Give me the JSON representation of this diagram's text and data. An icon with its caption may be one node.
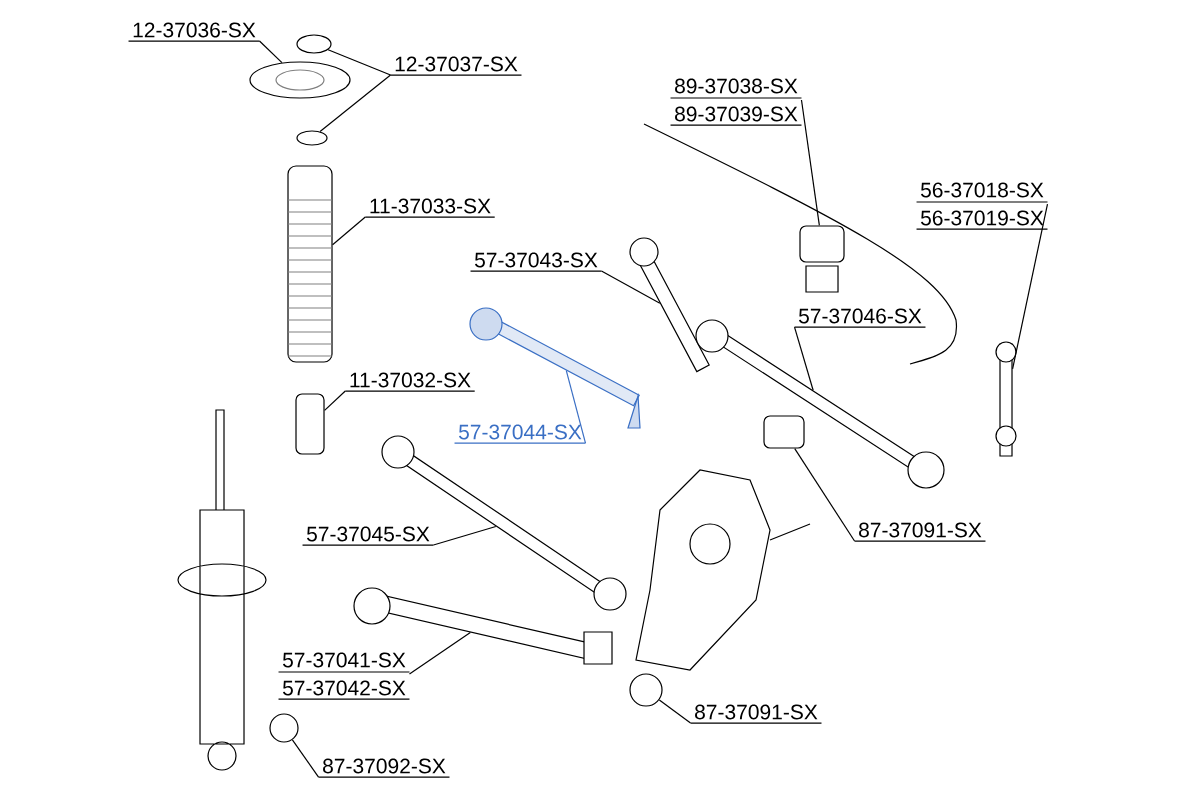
{
  "diagram": {
    "nodes": [
      {
        "text": [
          "12-37036-SX"
        ]
      },
      {
        "text": [
          "12-37037-SX"
        ]
      },
      {
        "text": [
          "11-37033-SX"
        ]
      },
      {
        "text": [
          "11-37032-SX"
        ]
      },
      {
        "text": [
          "57-37043-SX"
        ]
      },
      {
        "text": [
          "57-37044-SX"
        ]
      },
      {
        "text": [
          "89-37038-SX",
          "89-37039-SX"
        ]
      },
      {
        "text": [
          "56-37018-SX",
          "56-37019-SX"
        ]
      },
      {
        "text": [
          "57-37046-SX"
        ]
      },
      {
        "text": [
          "57-37045-SX"
        ]
      },
      {
        "text": [
          "57-37041-SX",
          "57-37042-SX"
        ]
      },
      {
        "text": [
          "87-37092-SX"
        ]
      },
      {
        "text": [
          "87-37091-SX"
        ]
      },
      {
        "text": [
          "87-37091-SX"
        ]
      },
      {
        "text": [],
        "shape": "picture"
      },
      {
        "text": [],
        "shape": "circle"
      },
      {
        "text": [],
        "shape": "circle"
      },
      {
        "text": [],
        "shape": "picture"
      },
      {
        "text": [],
        "shape": "box"
      },
      {
        "text": [],
        "shape": "bar"
      },
      {
        "text": [],
        "shape": "bar"
      },
      {
        "text": [],
        "shape": "box"
      },
      {
        "text": [],
        "shape": "bar"
      },
      {
        "text": [],
        "shape": "picture"
      },
      {
        "text": [],
        "shape": "picture"
      },
      {
        "text": [],
        "shape": "bar"
      },
      {
        "text": [],
        "shape": "circle"
      },
      {
        "text": [],
        "shape": "box"
      },
      {
        "text": [],
        "shape": "circle"
      }
    ],
    "edges": [
      {
        "from": 0,
        "to": 14,
        "arrow": "none"
      },
      {
        "from": 1,
        "to": 15,
        "arrow": "none"
      },
      {
        "from": 1,
        "to": 16,
        "arrow": "none"
      },
      {
        "from": 2,
        "to": 17,
        "arrow": "none"
      },
      {
        "from": 3,
        "to": 18,
        "arrow": "none"
      },
      {
        "from": 4,
        "to": 19,
        "arrow": "none"
      },
      {
        "from": 5,
        "to": 20,
        "arrow": "none",
        "color": "#3a6fc4"
      },
      {
        "from": 6,
        "to": 21,
        "arrow": "none"
      },
      {
        "from": 7,
        "to": 22,
        "arrow": "none"
      },
      {
        "from": 8,
        "to": 23,
        "arrow": "none"
      },
      {
        "from": 9,
        "to": 24,
        "arrow": "none"
      },
      {
        "from": 10,
        "to": 25,
        "arrow": "none"
      },
      {
        "from": 11,
        "to": 26,
        "arrow": "none"
      },
      {
        "from": 12,
        "to": 27,
        "arrow": "none"
      },
      {
        "from": 13,
        "to": 28,
        "arrow": "none"
      }
    ]
  }
}
